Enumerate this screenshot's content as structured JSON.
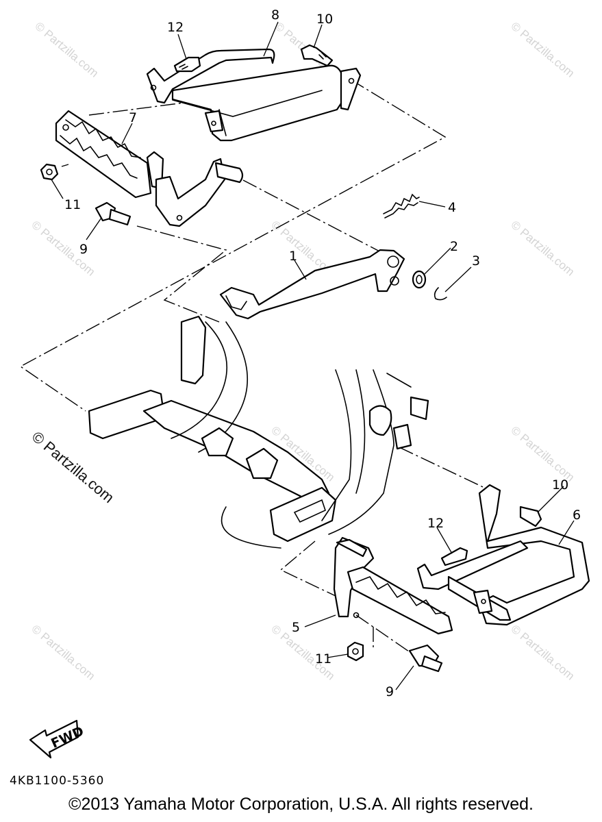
{
  "diagram": {
    "callouts": [
      "1",
      "2",
      "3",
      "4",
      "5",
      "6",
      "7",
      "8",
      "9",
      "10",
      "11",
      "12",
      "9",
      "10",
      "11",
      "12"
    ],
    "fwd_label": "FWD",
    "diagram_code": "4KB1100-5360",
    "watermark": "© Partzilla.com",
    "copyright": "©2013 Yamaha Motor Corporation, U.S.A. All rights reserved."
  }
}
